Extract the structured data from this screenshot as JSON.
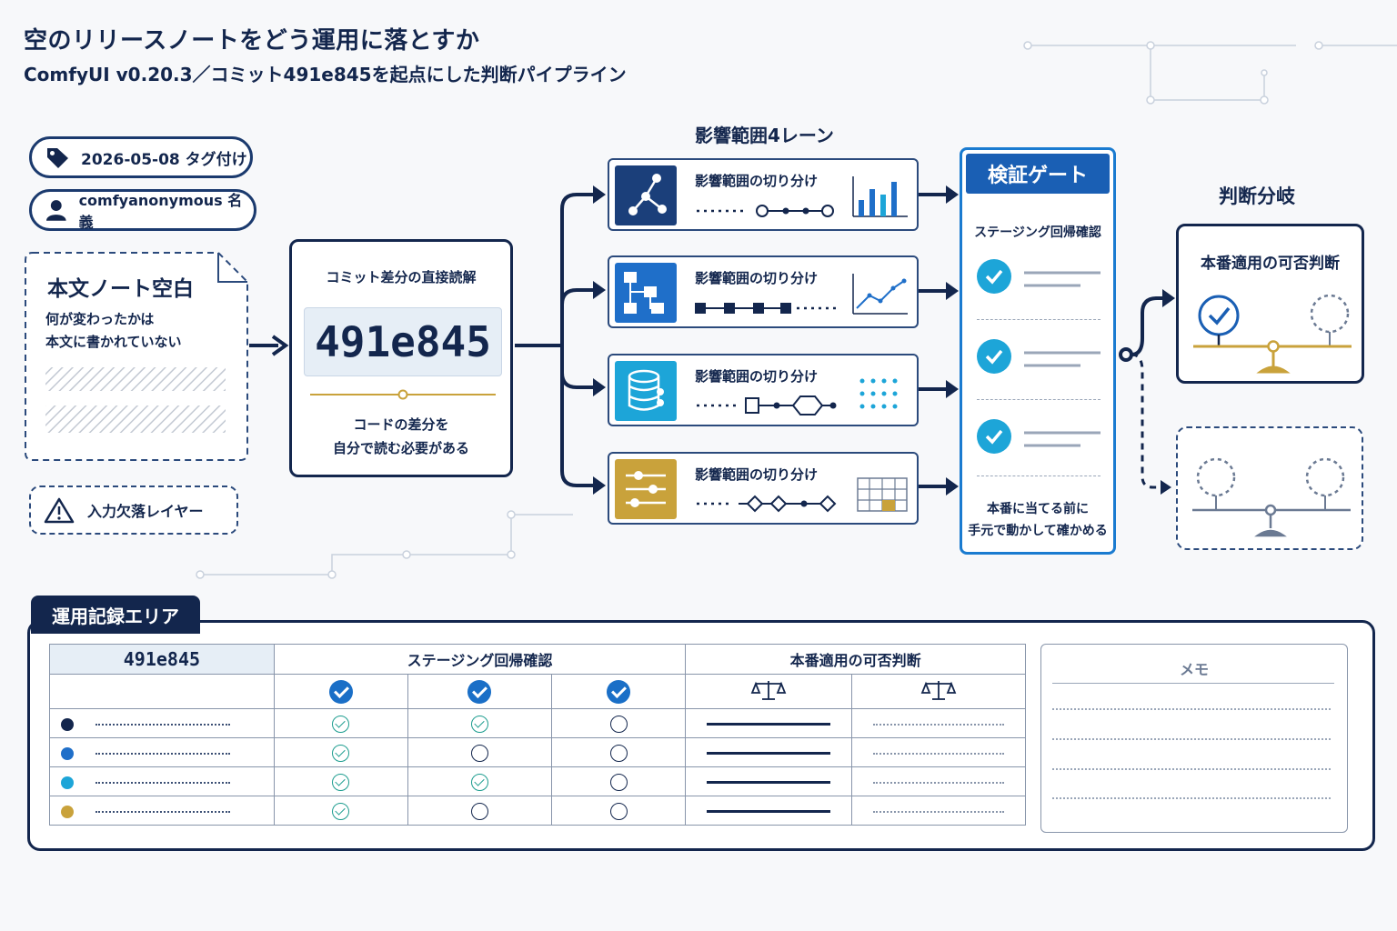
{
  "header": {
    "title": "空のリリースノートをどう運用に落とすか",
    "subtitle": "ComfyUI v0.20.3／コミット491e845を起点にした判断パイプライン"
  },
  "inputs": {
    "tag_pill": "2026-05-08 タグ付け",
    "author_pill": "comfyanonymous 名義",
    "note_card": {
      "title": "本文ノート空白",
      "line1": "何が変わったかは",
      "line2": "本文に書かれていない"
    },
    "missing_layer": "入力欠落レイヤー"
  },
  "commit_card": {
    "heading": "コミット差分の直接読解",
    "hash": "491e845",
    "caption1": "コードの差分を",
    "caption2": "自分で読む必要がある"
  },
  "lanes": {
    "heading": "影響範囲4レーン",
    "items": [
      {
        "label": "影響範囲の切り分け",
        "icon": "network-graph-icon",
        "color": "#1b3f7a"
      },
      {
        "label": "影響範囲の切り分け",
        "icon": "flowchart-icon",
        "color": "#1f6fc9"
      },
      {
        "label": "影響範囲の切り分け",
        "icon": "database-icon",
        "color": "#1da5d8"
      },
      {
        "label": "影響範囲の切り分け",
        "icon": "sliders-icon",
        "color": "#c9a23b"
      }
    ]
  },
  "gate": {
    "title": "検証ゲート",
    "subtitle": "ステージング回帰確認",
    "footer1": "本番に当てる前に",
    "footer2": "手元で動かして確かめる"
  },
  "branch": {
    "heading": "判断分岐",
    "card_title": "本番適用の可否判断"
  },
  "record": {
    "tab": "運用記録エリア",
    "col_hash": "491e845",
    "col_staging": "ステージング回帰確認",
    "col_decision": "本番適用の可否判断",
    "memo": "メモ",
    "rows": [
      {
        "color": "#13264d",
        "c1": "check",
        "c2": "check",
        "c3": "empty"
      },
      {
        "color": "#1f6fc9",
        "c1": "check",
        "c2": "empty",
        "c3": "empty"
      },
      {
        "color": "#1da5d8",
        "c1": "check",
        "c2": "check",
        "c3": "empty"
      },
      {
        "color": "#c9a23b",
        "c1": "check",
        "c2": "empty",
        "c3": "empty"
      }
    ]
  },
  "colors": {
    "navy": "#13264d",
    "blue": "#1a5fb4",
    "cyan": "#1da5d8",
    "gold": "#c9a23b"
  }
}
